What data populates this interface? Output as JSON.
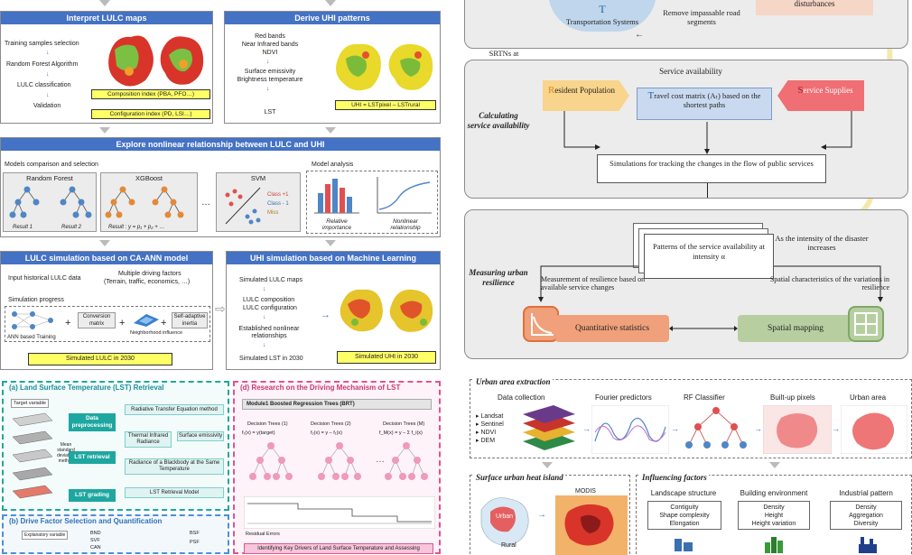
{
  "left": {
    "p1": {
      "title": "Interpret LULC maps",
      "steps": [
        "Training samples selection",
        "Random Forest Algorithm",
        "LULC classification",
        "Validation"
      ],
      "comp": "Composition index (PBA, PFO…)",
      "conf": "Configuration index (PD, LSI…)"
    },
    "p2": {
      "title": "Derive UHI patterns",
      "steps": [
        "Red bands",
        "Near Infrared bands",
        "NDVI",
        "Surface emissivity",
        "Brightness temperature",
        "LST"
      ],
      "formula": "UHI = LSTpixel – LSTrural"
    },
    "p3": {
      "title": "Explore nonlinear relationship between LULC and UHI",
      "models_label": "Models comparison and selection",
      "analysis_label": "Model analysis",
      "rf": "Random Forest",
      "xgb": "XGBoost",
      "svm": "SVM",
      "res1": "Result 1",
      "res2": "Result 2",
      "resxgb": "Result : y = p₁ + p₂ + …",
      "cls1": "Class +1",
      "cls2": "Class - 1",
      "miss": "Miss",
      "rel": "Relative importance",
      "nonlin": "Nonlinear relationship",
      "dots": "…"
    },
    "p4": {
      "title": "LULC simulation based on CA-ANN model",
      "input": "Input historical LULC data",
      "factors": "Multiple driving factors",
      "factors2": "(Terrain, traffic, economics, …)",
      "progress": "Simulation progress",
      "ann": "ANN based Training",
      "conv": "Conversion matrix",
      "neigh": "Neighborhood influence",
      "inertia": "Self-adaptive inertia",
      "sim": "Simulated LULC in 2030"
    },
    "p5": {
      "title": "UHI simulation based on Machine Learning",
      "steps": [
        "Simulated LULC maps",
        "LULC composition",
        "LULC configuration",
        "Established nonlinear relationships",
        "Simulated LST in 2030"
      ],
      "sim": "Simulated UHI in 2030"
    },
    "pa": {
      "title": "(a) Land Surface Temperature (LST) Retrieval",
      "target": "Target variable",
      "prep": "Data preprocessing",
      "retr": "LST retrieval",
      "grade": "LST grading",
      "rte": "Radiative Transfer Equation method",
      "thermal": "Thermal Infrared Radiance",
      "emiss": "Surface emissivity",
      "black": "Radiance of a Blackbody at the Same Temperature",
      "model": "LST Retrieval Model",
      "std": "Mean standard deviation method"
    },
    "pd": {
      "title": "(d) Research on the Driving Mechanism of LST",
      "module": "Module1  Boosted Regression Trees  (BRT)",
      "tree1": "Decision Trees (1)",
      "tree2": "Decision Trees (2)",
      "treem": "Decision Trees (M)",
      "f1": "f₁(x) = y(target)",
      "f2": "f₂(x) = y – f₁(x)",
      "fm": "f_M(x) = y – Σ f_i(x)",
      "resid": "Residual Errors",
      "ident": "Identifying Key Drivers of Land Surface Temperature and Assessing"
    },
    "pb": {
      "title": "(b) Drive Factor Selection and Quantification",
      "expl": "Explanatory variable",
      "vars1": [
        "BND",
        "SVF",
        "CAN"
      ],
      "vars2": [
        "BSF",
        "PSF"
      ]
    }
  },
  "right": {
    "top": {
      "ts": "Transportation Systems",
      "ts_first": "T",
      "remove": "Remove impassable road segments",
      "dist": "disturbances"
    },
    "srtn": "SRTNs at different scenarios",
    "mid": {
      "label": "Calculating service availability",
      "sa": "Service availability",
      "rp_first": "R",
      "rp": "esident Population",
      "tc_first": "T",
      "tc": "ravel cost matrix (Aₜ) based on the shortest paths",
      "ss_first": "S",
      "ss": "ervice Supplies",
      "simulate": "Simulations for tracking the changes in the flow of public services"
    },
    "bot": {
      "label": "Measuring urban resilience",
      "patterns": "Patterns of the service availability at intensity α",
      "intensity": "As the intensity of the disaster increases",
      "measure": "Measurement of resilience based on available service changes",
      "spatialc": "Spatial characteristics of the variations in resilience",
      "quant": "Quantitative statistics",
      "spatial": "Spatial mapping"
    },
    "urban": {
      "title": "Urban area extraction",
      "dc": "Data collection",
      "list": [
        "Landsat",
        "Sentinel",
        "NDVI",
        "DEM"
      ],
      "fourier": "Fourier predictors",
      "rf": "RF Classifier",
      "builtup": "Built-up pixels",
      "area": "Urban area"
    },
    "suhi": {
      "title": "Surface urban heat island",
      "modis": "MODIS",
      "urban": "Urban",
      "rural": "Rural"
    },
    "infl": {
      "title": "Influencing factors",
      "ls": "Landscape structure",
      "ls_items": [
        "Contiguity",
        "Shape complexity",
        "Elongation"
      ],
      "be": "Building environment",
      "be_items": [
        "Density",
        "Height",
        "Height variation"
      ],
      "ip": "Industrial pattern",
      "ip_items": [
        "Density",
        "Aggregation",
        "Diversity"
      ]
    }
  },
  "colors": {
    "header": "#4472c4",
    "highlight": "#ffff66",
    "resident": "#f9d48c",
    "supplies": "#ef6f74",
    "travel": "#c9daf0",
    "quant": "#f0a07a",
    "spatial": "#b7cfa0",
    "lst_teal": "#1ea7a0",
    "lst_pink": "#e5518f"
  }
}
